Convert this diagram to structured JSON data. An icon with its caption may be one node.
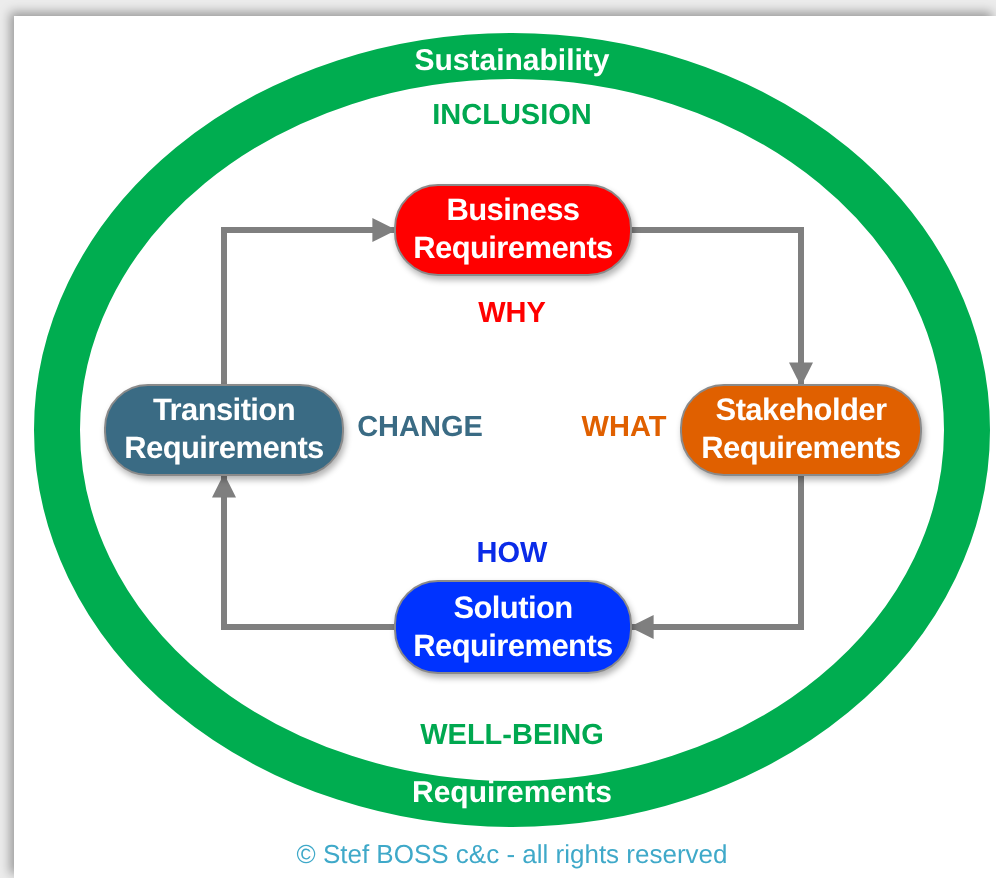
{
  "diagram": {
    "nodes": [
      {
        "text": [
          "Sustainability",
          "Requirements"
        ]
      },
      {
        "text": [
          "Business Requirements"
        ],
        "beside": [
          "WHY"
        ],
        "in": 0
      },
      {
        "text": [
          "Transition Requirements"
        ],
        "beside": [
          "CHANGE"
        ],
        "in": 0
      },
      {
        "text": [
          "Stakeholder Requirements"
        ],
        "beside": [
          "WHAT"
        ],
        "in": 0
      },
      {
        "text": [
          "Solution Requirements"
        ],
        "beside": [
          "HOW"
        ],
        "in": 0
      }
    ],
    "edges": [
      {
        "from": 2,
        "to": 1,
        "arrow": "to"
      },
      {
        "from": 1,
        "to": 3,
        "arrow": "to"
      },
      {
        "from": 3,
        "to": 4,
        "arrow": "to"
      },
      {
        "from": 4,
        "to": 2,
        "arrow": "to"
      }
    ],
    "labels": [
      "INCLUSION",
      "WELL-BEING",
      "© Stef BOSS c&c - all rights reserved"
    ]
  }
}
